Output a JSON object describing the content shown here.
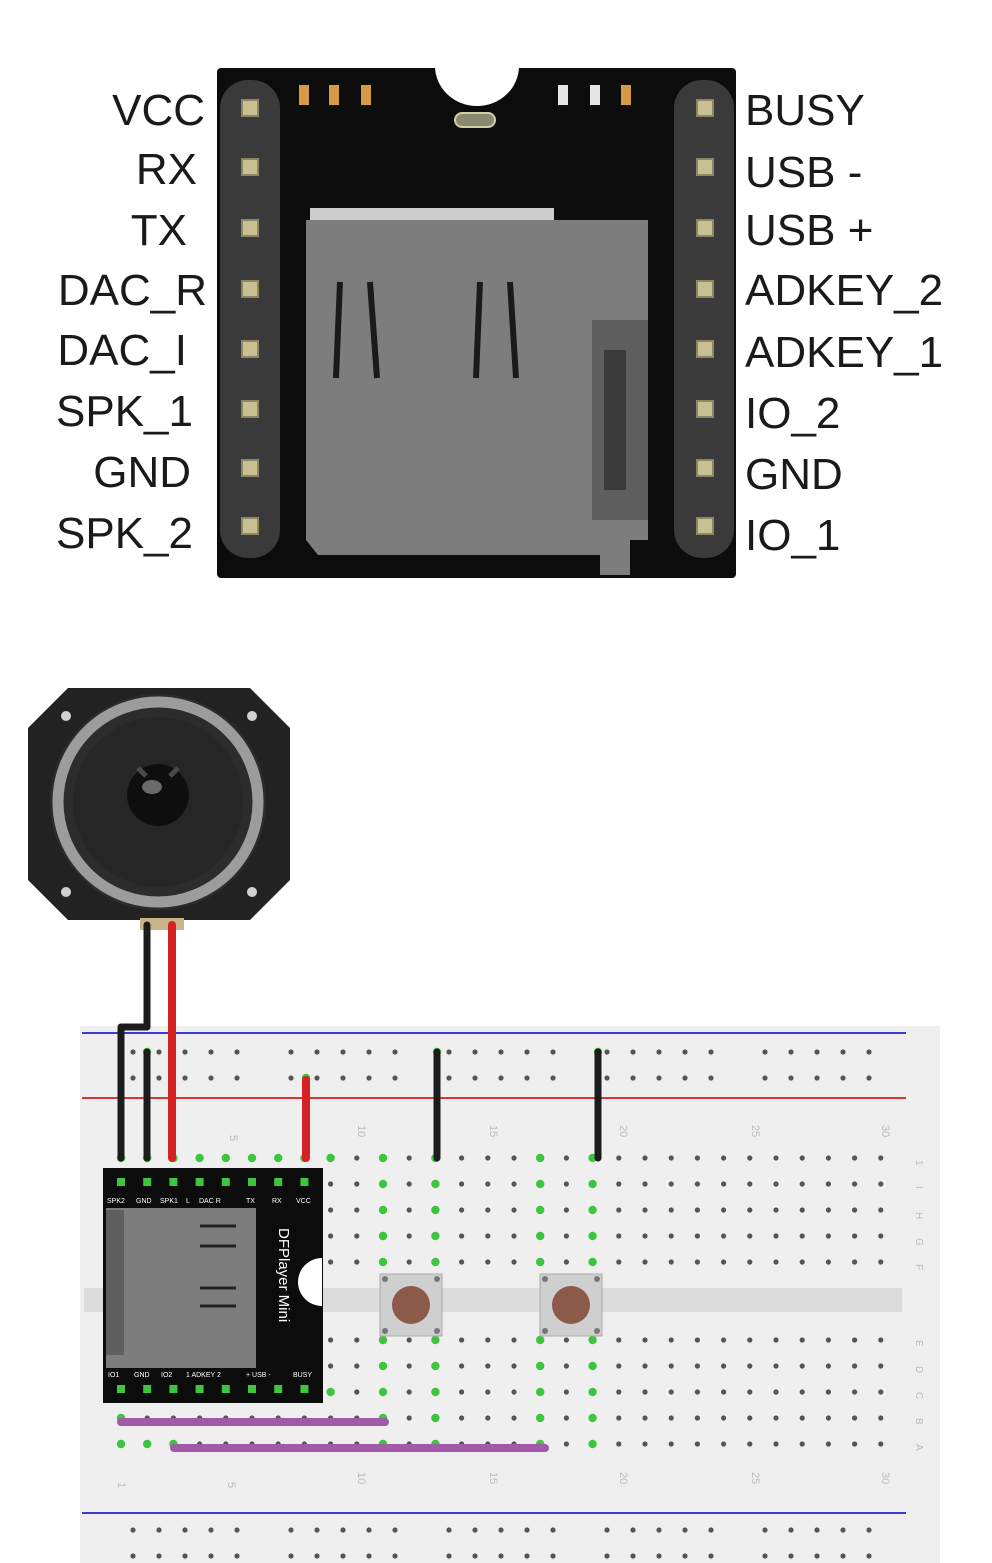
{
  "module": {
    "left_pins": [
      "VCC",
      "RX",
      "TX",
      "DAC_R",
      "DAC_I",
      "SPK_1",
      "GND",
      "SPK_2"
    ],
    "right_pins": [
      "BUSY",
      "USB -",
      "USB +",
      "ADKEY_2",
      "ADKEY_1",
      "IO_2",
      "GND",
      "IO_1"
    ]
  },
  "breadboard": {
    "column_numbers": [
      "5",
      "10",
      "15",
      "20",
      "25",
      "30"
    ],
    "row_letters": [
      "J",
      "I",
      "H",
      "G",
      "F",
      "E",
      "D",
      "C",
      "B",
      "A"
    ],
    "row_letter_1": "1"
  },
  "mini_module": {
    "brand": "DFPlayer Mini",
    "top_labels": [
      "SPK2",
      "GND",
      "SPK1",
      "L",
      "DAC R",
      "TX",
      "RX",
      "VCC"
    ],
    "bottom_labels": [
      "IO1",
      "GND",
      "IO2",
      "1 ADKEY 2",
      "+ USB -",
      "BUSY"
    ]
  },
  "colors": {
    "board_black": "#0c0c0c",
    "wire_black": "#1c1c1c",
    "wire_red": "#d42222",
    "wire_purple": "#a15aa8",
    "active_hole_green": "#3fc43f",
    "rail_blue": "#3c3ccc",
    "rail_red": "#dd3333",
    "button_cap": "#8c5a48"
  }
}
